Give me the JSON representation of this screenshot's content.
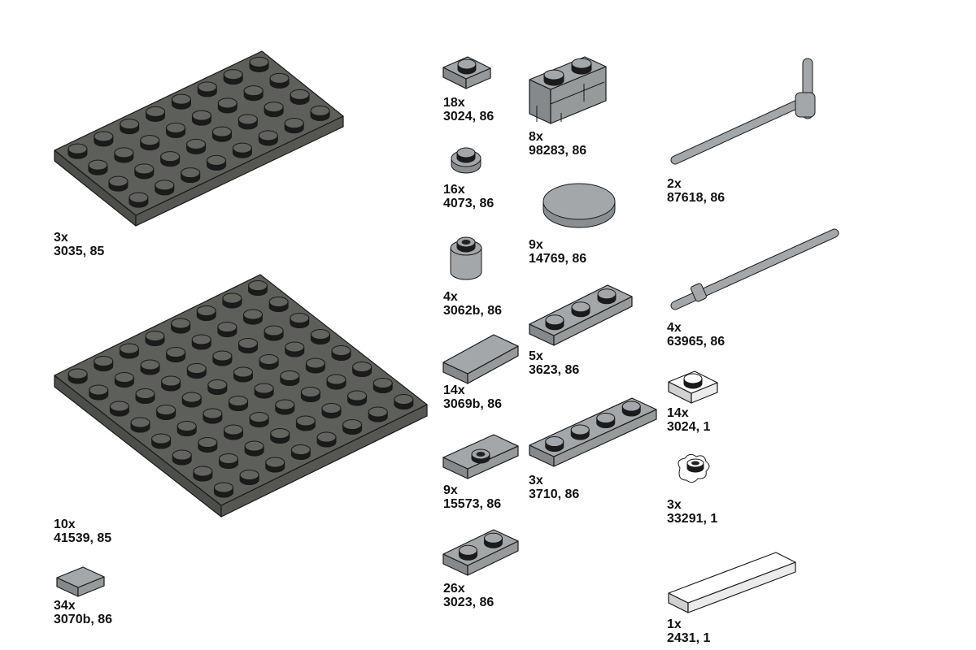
{
  "colors": {
    "dark_gray": "#5d5f5a",
    "light_gray": "#a4a7a9",
    "white": "#ffffff",
    "outline": "#1a1a1a",
    "stud_top": "#3a3c39"
  },
  "parts": [
    {
      "id": "p3035",
      "qty": "3x",
      "ref": "3035, 85"
    },
    {
      "id": "p41539",
      "qty": "10x",
      "ref": "41539, 85"
    },
    {
      "id": "p3070b",
      "qty": "34x",
      "ref": "3070b, 86"
    },
    {
      "id": "p3024g",
      "qty": "18x",
      "ref": "3024, 86"
    },
    {
      "id": "p4073",
      "qty": "16x",
      "ref": "4073, 86"
    },
    {
      "id": "p3062b",
      "qty": "4x",
      "ref": "3062b, 86"
    },
    {
      "id": "p3069b",
      "qty": "14x",
      "ref": "3069b, 86"
    },
    {
      "id": "p15573",
      "qty": "9x",
      "ref": "15573, 86"
    },
    {
      "id": "p3023",
      "qty": "26x",
      "ref": "3023, 86"
    },
    {
      "id": "p98283",
      "qty": "8x",
      "ref": "98283, 86"
    },
    {
      "id": "p14769",
      "qty": "9x",
      "ref": "14769, 86"
    },
    {
      "id": "p3623",
      "qty": "5x",
      "ref": "3623, 86"
    },
    {
      "id": "p3710",
      "qty": "3x",
      "ref": "3710, 86"
    },
    {
      "id": "p87618",
      "qty": "2x",
      "ref": "87618, 86"
    },
    {
      "id": "p63965",
      "qty": "4x",
      "ref": "63965, 86"
    },
    {
      "id": "p3024w",
      "qty": "14x",
      "ref": "3024, 1"
    },
    {
      "id": "p33291",
      "qty": "3x",
      "ref": "33291, 1"
    },
    {
      "id": "p2431",
      "qty": "1x",
      "ref": "2431, 1"
    }
  ]
}
